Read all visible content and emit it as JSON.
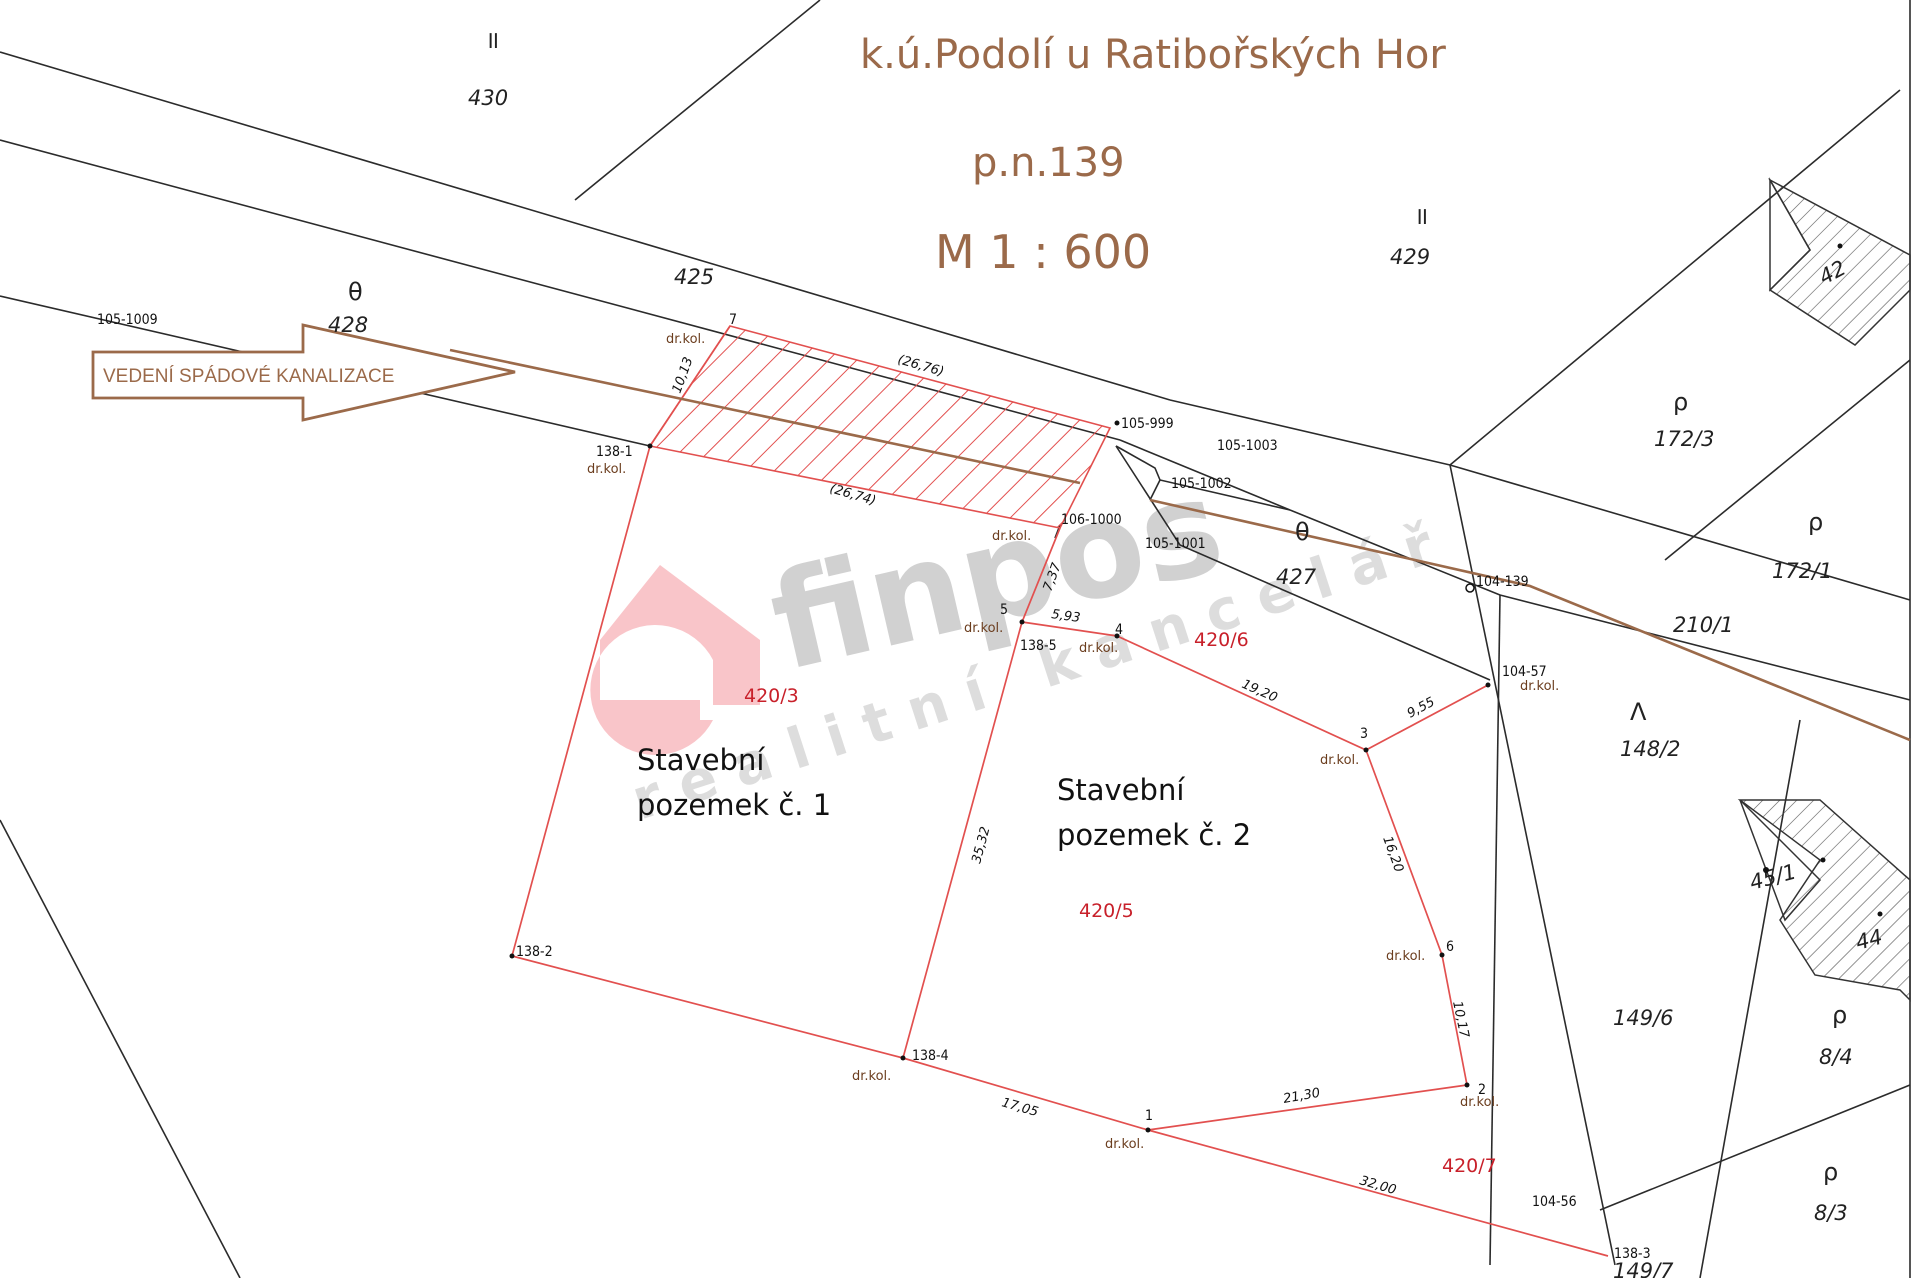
{
  "header": {
    "cadastral_area": "k.ú.Podolí u Ratibořských Hor",
    "parcel_no": "p.n.139",
    "scale": "M 1 : 600"
  },
  "watermark": {
    "brand": "finpos",
    "tagline": "realitní kancelář",
    "logo_color": "#f08a93"
  },
  "annotation": {
    "sewer_label": "VEDENÍ SPÁDOVÉ KANALIZACE"
  },
  "lots": {
    "lot1_line1": "Stavební",
    "lot1_line2": "pozemek č. 1",
    "lot2_line1": "Stavební",
    "lot2_line2": "pozemek č. 2"
  },
  "red_parcels": {
    "p420_3": "420/3",
    "p420_5": "420/5",
    "p420_6": "420/6",
    "p420_7": "420/7"
  },
  "parcels": {
    "p430": "430",
    "p429": "429",
    "p425": "425",
    "p428": "428",
    "p427": "427",
    "p42": "42",
    "p172_3": "172/3",
    "p172_1": "172/1",
    "p210_1": "210/1",
    "p148_2": "148/2",
    "p45_1": "45/1",
    "p44": "44",
    "p149_6": "149/6",
    "p8_4": "8/4",
    "p8_3": "8/3",
    "p149_7": "149/7"
  },
  "point_labels": {
    "pt105_1009": "105-1009",
    "pt105_999": "105-999",
    "pt105_1003": "105-1003",
    "pt105_1002": "105-1002",
    "pt106_1000": "106-1000",
    "pt105_1001": "105-1001",
    "pt104_139": "104-139",
    "pt104_57": "104-57",
    "pt138_1": "138-1",
    "pt138_5": "138-5",
    "pt138_2": "138-2",
    "pt138_4": "138-4",
    "pt104_56": "104-56",
    "pt138_3": "138-3",
    "n7": "7",
    "n5": "5",
    "n4": "4",
    "n3": "3",
    "n6": "6",
    "n2": "2",
    "n1": "1"
  },
  "markers": {
    "drkol": "dr.kol."
  },
  "dimensions": {
    "d26_76": "(26,76)",
    "d26_74": "(26,74)",
    "d10_13": "10,13",
    "d7_37": "7,37",
    "d5_93": "5,93",
    "d19_20": "19,20",
    "d9_55": "9,55",
    "d35_32": "35,32",
    "d16_20": "16,20",
    "d10_17": "10,17",
    "d17_05": "17,05",
    "d21_30": "21,30",
    "d32_00": "32,00"
  },
  "symbols": {
    "grass": "॥",
    "road": "θ",
    "garden": "ρ",
    "forest": "Λ"
  }
}
